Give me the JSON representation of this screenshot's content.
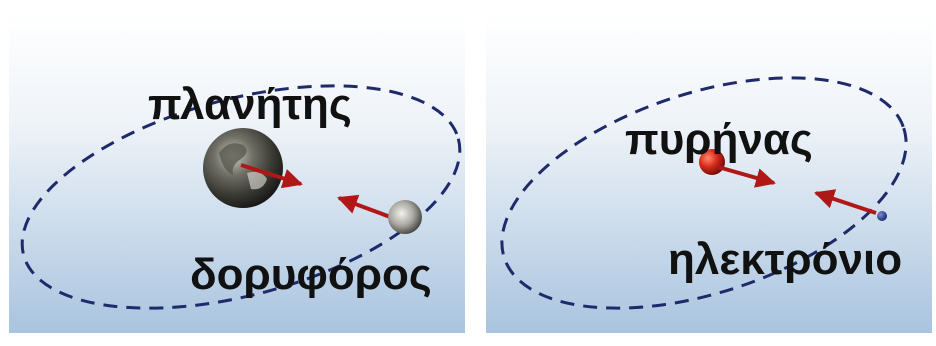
{
  "panels": {
    "left": {
      "central_label": "πλανήτης",
      "orbiting_label": "δορυφόρος",
      "central_icon": "earth-icon",
      "orbiting_icon": "moon-icon"
    },
    "right": {
      "central_label": "πυρήνας",
      "orbiting_label": "ηλεκτρόνιο",
      "central_icon": "nucleus-icon",
      "orbiting_icon": "electron-icon"
    }
  },
  "colors": {
    "orbit": "#1f2a6b",
    "arrow": "#b01818",
    "background_top": "#ffffff",
    "background_bottom": "#a9c4df",
    "nucleus": "#d42a1a"
  }
}
